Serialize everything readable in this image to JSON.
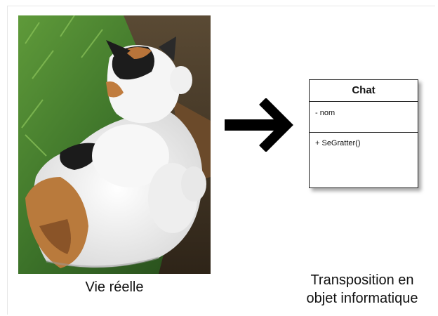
{
  "left": {
    "caption": "Vie réelle"
  },
  "uml_class": {
    "name": "Chat",
    "attributes": [
      "- nom"
    ],
    "operations": [
      "+ SeGratter()"
    ]
  },
  "right": {
    "caption_line1": "Transposition en",
    "caption_line2": "objet informatique"
  },
  "colors": {
    "grass": "#3f7a2c",
    "soil": "#4a3a28",
    "fur_white": "#f2f2f2",
    "fur_orange": "#b97a3c",
    "fur_black": "#1b1b1b",
    "arrow": "#000000"
  }
}
